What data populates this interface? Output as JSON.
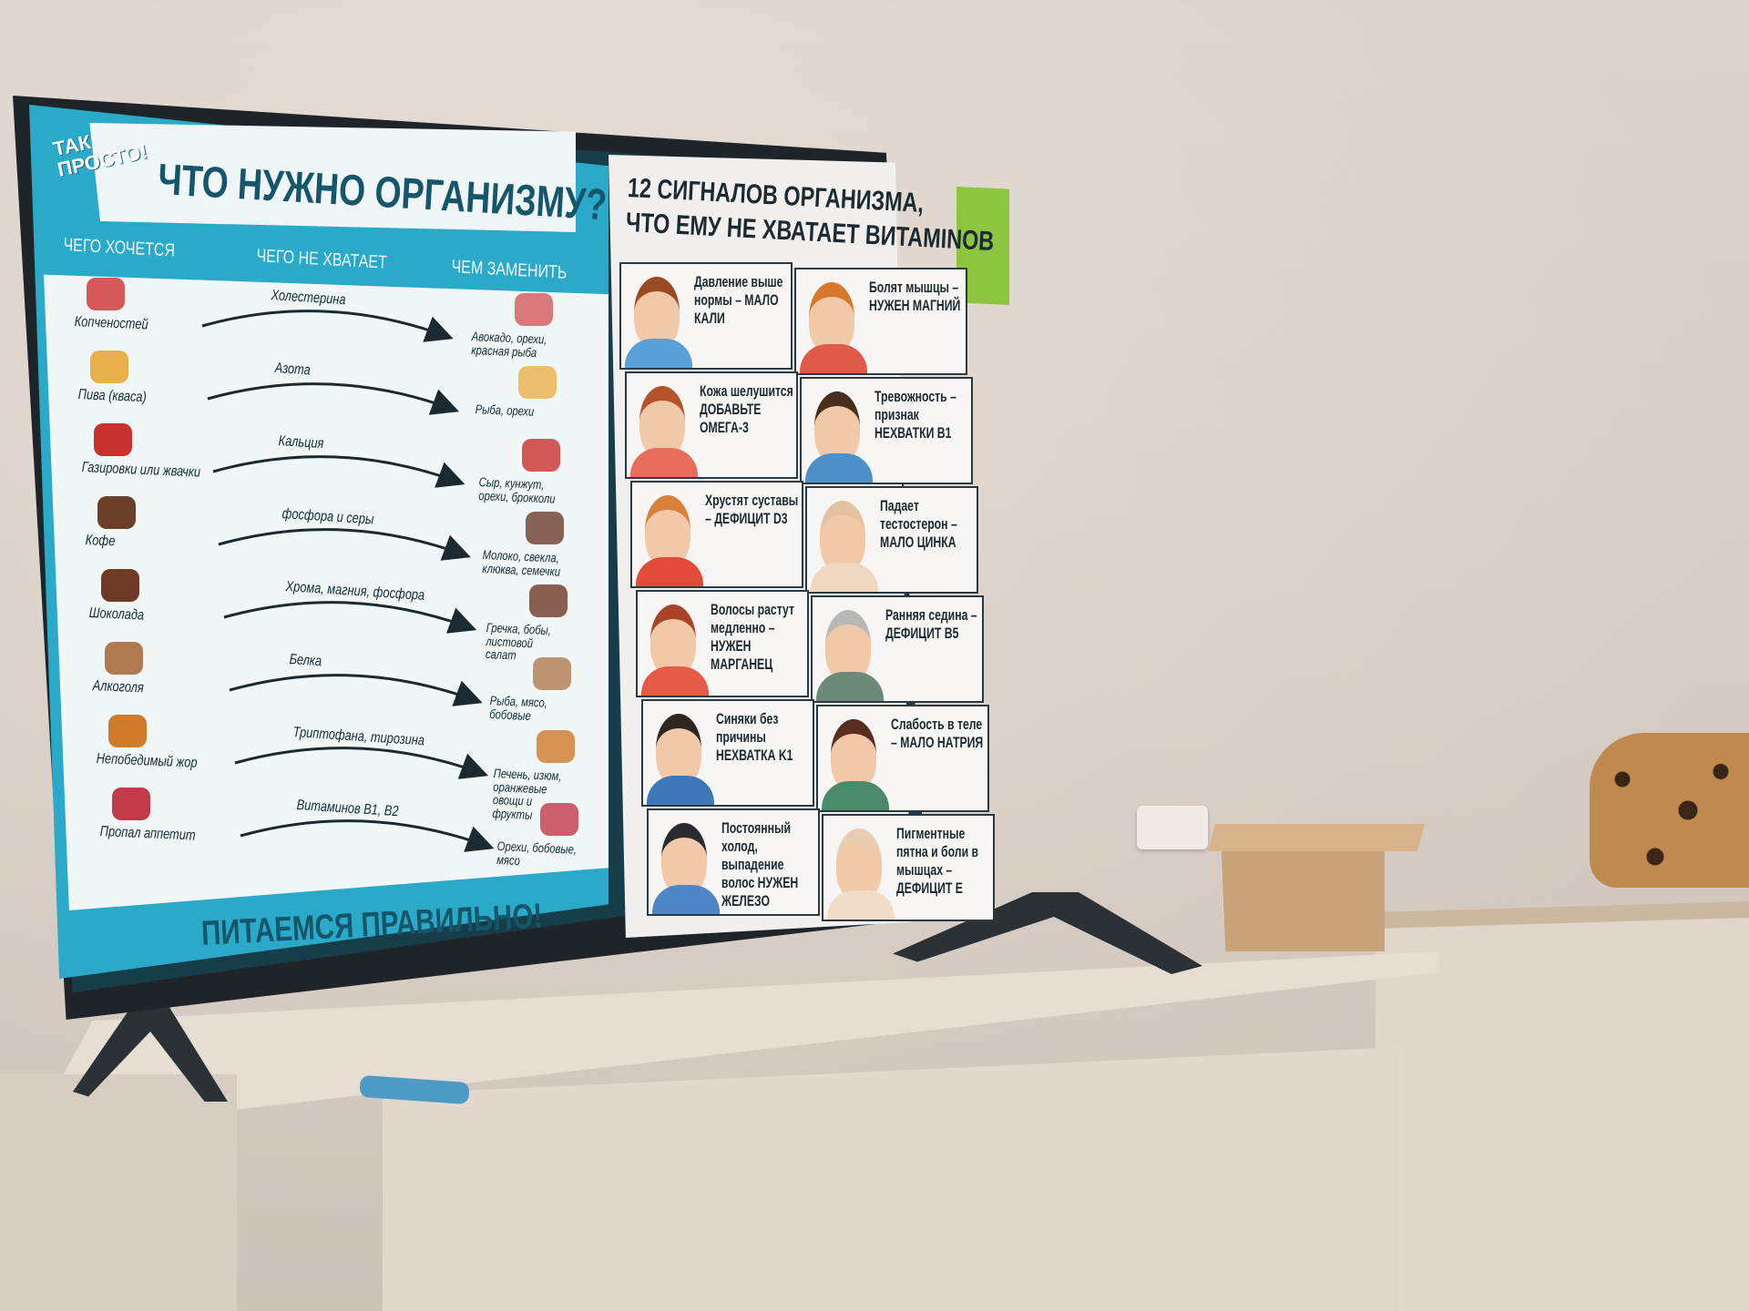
{
  "left_poster": {
    "logo": "ТАК\nПРОСТО!",
    "title": "ЧТО НУЖНО ОРГАНИЗМУ?",
    "col_headers": [
      "ЧЕГО ХОЧЕТСЯ",
      "ЧЕГО НЕ ХВАТАЕТ",
      "ЧЕМ ЗАМЕНИТЬ"
    ],
    "rows": [
      {
        "want": "Копченостей",
        "lack": "Холестерина",
        "replace": "Авокадо, орехи, красная рыба",
        "color": "#d65a5a"
      },
      {
        "want": "Пива (кваса)",
        "lack": "Азота",
        "replace": "Рыба, орехи",
        "color": "#e8b04a"
      },
      {
        "want": "Газировки или жвачки",
        "lack": "Кальция",
        "replace": "Сыр, кунжут, орехи, брокколи",
        "color": "#c8322e"
      },
      {
        "want": "Кофе",
        "lack": "фосфора и серы",
        "replace": "Молоко, свекла, клюква, семечки",
        "color": "#6b3f2a"
      },
      {
        "want": "Шоколада",
        "lack": "Хрома, магния, фосфора",
        "replace": "Гречка, бобы, листовой салат",
        "color": "#6e3a26"
      },
      {
        "want": "Алкоголя",
        "lack": "Белка",
        "replace": "Рыба, мясо, бобовые",
        "color": "#b07a50"
      },
      {
        "want": "Непобедимый жор",
        "lack": "Триптофана, тирозина",
        "replace": "Печень, изюм, оранжевые овощи и фрукты",
        "color": "#d07a2c"
      },
      {
        "want": "Пропал аппетит",
        "lack": "Витаминов B1, B2",
        "replace": "Орехи, бобовые, мясо",
        "color": "#c23a4a"
      }
    ],
    "footer": "ПИТАЕМСЯ ПРАВИЛЬНО!"
  },
  "right_poster": {
    "title_line1": "12 СИГНАЛОВ ОРГАНИЗМА,",
    "title_line2": "ЧТО ЕМУ НЕ ХВАТАЕТ ВИТАМINOВ",
    "cells": [
      {
        "text": "Давление выше нормы – МАЛО КАЛИ",
        "hair": "#9a4a22",
        "shirt": "#5aa0d8"
      },
      {
        "text": "Болят мышцы – НУЖЕН МАГНИЙ",
        "hair": "#d8772e",
        "shirt": "#e05a4a"
      },
      {
        "text": "Кожа шелушится ДОБАВЬТЕ ОМЕГА-3",
        "hair": "#b5532a",
        "shirt": "#e86d5a"
      },
      {
        "text": "Тревожность – признак НЕХВАТКИ B1",
        "hair": "#4a2e1e",
        "shirt": "#4f8fc8"
      },
      {
        "text": "Хрустят суставы – ДЕФИЦИТ D3",
        "hair": "#d7813a",
        "shirt": "#e24a3a"
      },
      {
        "text": "Падает тестостерон – МАЛО ЦИНКА",
        "hair": "#e2c2a0",
        "shirt": "#f0d7c0"
      },
      {
        "text": "Волосы растут медленно – НУЖЕН МАРГАНЕЦ",
        "hair": "#a8432a",
        "shirt": "#e85a48"
      },
      {
        "text": "Ранняя седина – ДЕФИЦИТ B5",
        "hair": "#b8b8b8",
        "shirt": "#6c8a78"
      },
      {
        "text": "Синяки без причины НЕХВАТКА K1",
        "hair": "#2e2420",
        "shirt": "#3e78b8"
      },
      {
        "text": "Слабость в теле – МАЛО НАТРИЯ",
        "hair": "#5a2e1e",
        "shirt": "#4a8a6a"
      },
      {
        "text": "Постоянный холод, выпадение волос НУЖЕН ЖЕЛЕЗО",
        "hair": "#2a2a2e",
        "shirt": "#4f86c8"
      },
      {
        "text": "Пигментные пятна и боли в мышцах – ДЕФИЦИТ Е",
        "hair": "#e8cdb3",
        "shirt": "#f1dcc8"
      }
    ]
  }
}
